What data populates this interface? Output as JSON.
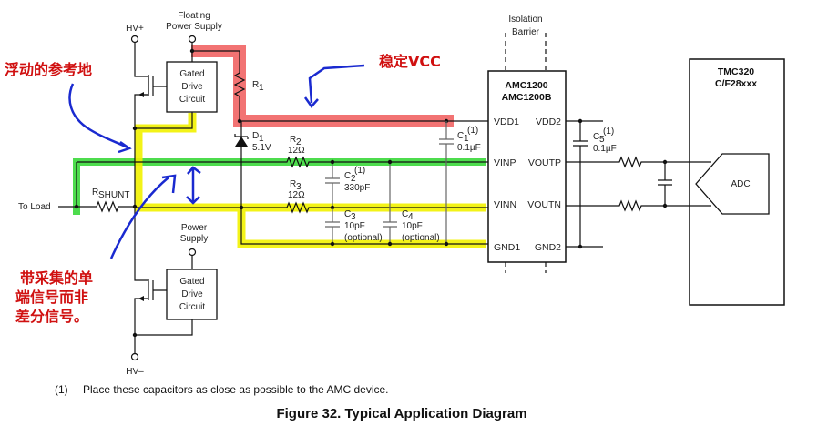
{
  "figure": {
    "caption": "Figure 32.  Typical Application Diagram",
    "footnote_marker": "(1)",
    "footnote_text": "Place these capacitors as close as possible to the AMC device."
  },
  "labels": {
    "hv_plus": "HV+",
    "hv_minus": "HV–",
    "floating_supply_line1": "Floating",
    "floating_supply_line2": "Power Supply",
    "power_supply_line1": "Power",
    "power_supply_line2": "Supply",
    "gated_drive_top": [
      "Gated",
      "Drive",
      "Circuit"
    ],
    "gated_drive_bottom": [
      "Gated",
      "Drive",
      "Circuit"
    ],
    "to_load": "To Load",
    "rshunt": "R",
    "rshunt_sub": "SHUNT",
    "r1": "R",
    "r1_sub": "1",
    "d1": "D",
    "d1_sub": "1",
    "d1_value": "5.1V",
    "r2": "R",
    "r2_sub": "2",
    "r2_value": "12Ω",
    "r3": "R",
    "r3_sub": "3",
    "r3_value": "12Ω",
    "c1": "C",
    "c1_sub": "1",
    "c1_sup": "(1)",
    "c1_value": "0.1µF",
    "c2": "C",
    "c2_sub": "2",
    "c2_sup": "(1)",
    "c2_value": "330pF",
    "c3": "C",
    "c3_sub": "3",
    "c3_value": "10pF",
    "c3_note": "(optional)",
    "c4": "C",
    "c4_sub": "4",
    "c4_value": "10pF",
    "c4_note": "(optional)",
    "c5": "C",
    "c5_sub": "5",
    "c5_sup": "(1)",
    "c5_value": "0.1µF",
    "isolation_line1": "Isolation",
    "isolation_line2": "Barrier",
    "amc_name1": "AMC1200",
    "amc_name2": "AMC1200B",
    "amc_pins_left": [
      "VDD1",
      "VINP",
      "VINN",
      "GND1"
    ],
    "amc_pins_right": [
      "VDD2",
      "VOUTP",
      "VOUTN",
      "GND2"
    ],
    "mcu_name1": "TMC320",
    "mcu_name2": "C/F28xxx",
    "adc": "ADC"
  },
  "annotations": {
    "floating_reference": "浮动的参考地",
    "stable_vcc": "稳定VCC",
    "single_ended_line1": "带采集的单",
    "single_ended_line2": "端信号而非",
    "single_ended_line3": "差分信号。"
  },
  "colors": {
    "highlight_red": "#f05a5a",
    "highlight_green": "#3ad83a",
    "highlight_yellow": "#f2f200",
    "annotation_red": "#d01010",
    "annotation_blue": "#1a2ad0"
  }
}
